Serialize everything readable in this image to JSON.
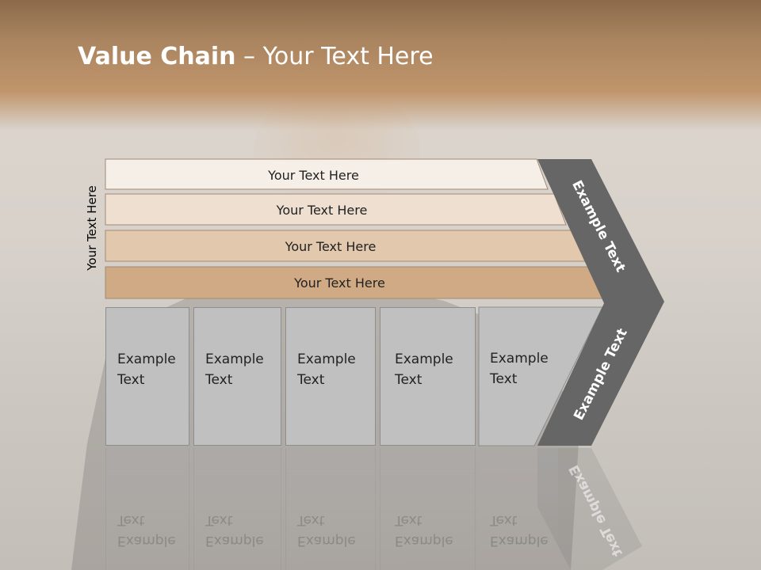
{
  "slide": {
    "title_bold": "Value Chain",
    "title_rest": " – Your Text Here",
    "side_label": "Your Text Here"
  },
  "bars": [
    {
      "label": "Your Text Here"
    },
    {
      "label": "Your Text Here"
    },
    {
      "label": "Your Text Here"
    },
    {
      "label": "Your Text Here"
    }
  ],
  "columns": [
    {
      "line1": "Example",
      "line2": "Text"
    },
    {
      "line1": "Example",
      "line2": "Text"
    },
    {
      "line1": "Example",
      "line2": "Text"
    },
    {
      "line1": "Example",
      "line2": "Text"
    },
    {
      "line1": "Example",
      "line2": "Text"
    }
  ],
  "chevron": {
    "upper_label": "Example Text",
    "lower_label": "Example Text"
  },
  "colors": {
    "bar1": "#f6efe8",
    "bar2": "#eedfd0",
    "bar3": "#e2c8ad",
    "bar4": "#d0aa84",
    "chevron": "#666666",
    "column": "#c0c0c0"
  }
}
